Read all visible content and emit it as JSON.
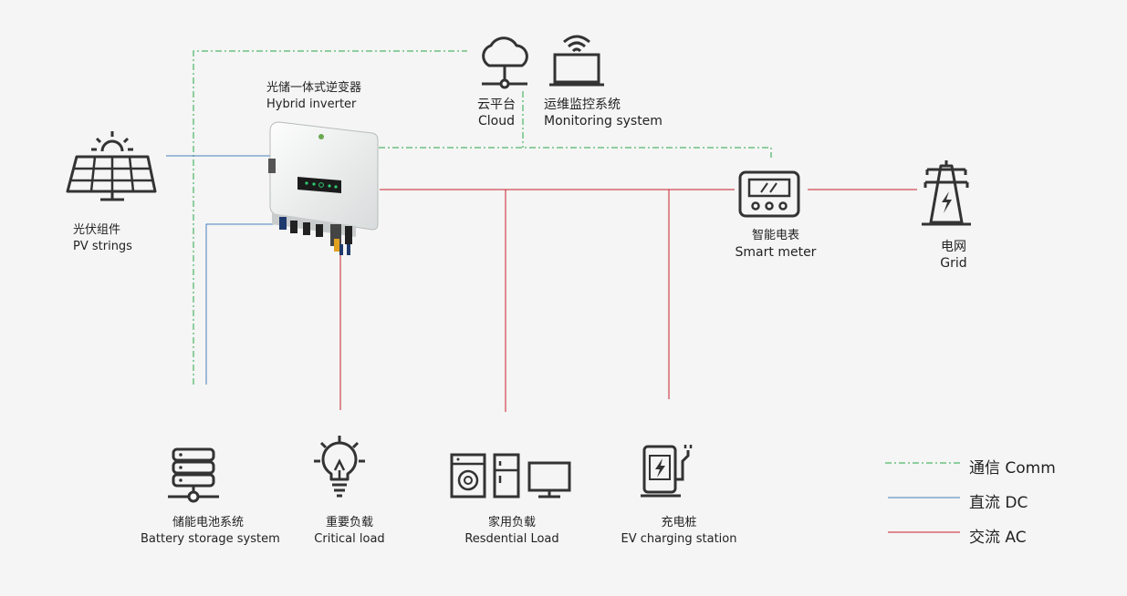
{
  "inverter": {
    "cn": "光储一体式逆变器",
    "en": "Hybrid inverter"
  },
  "cloud": {
    "cn": "云平台",
    "en": "Cloud"
  },
  "monitoring": {
    "cn": "运维监控系统",
    "en": "Monitoring system"
  },
  "pv": {
    "cn": "光伏组件",
    "en": "PV strings"
  },
  "meter": {
    "cn": "智能电表",
    "en": "Smart meter"
  },
  "grid": {
    "cn": "电网",
    "en": "Grid"
  },
  "battery": {
    "cn": "储能电池系统",
    "en": "Battery storage system"
  },
  "critical": {
    "cn": "重要负载",
    "en": "Critical load"
  },
  "residential": {
    "cn": "家用负载",
    "en": "Resdential Load"
  },
  "ev": {
    "cn": "充电桩",
    "en": "EV charging station"
  },
  "legend": [
    {
      "label": "通信 Comm",
      "color": "#2aa84a"
    },
    {
      "label": "直流 DC",
      "color": "#4a7fc1"
    },
    {
      "label": "交流 AC",
      "color": "#c8202a"
    }
  ]
}
